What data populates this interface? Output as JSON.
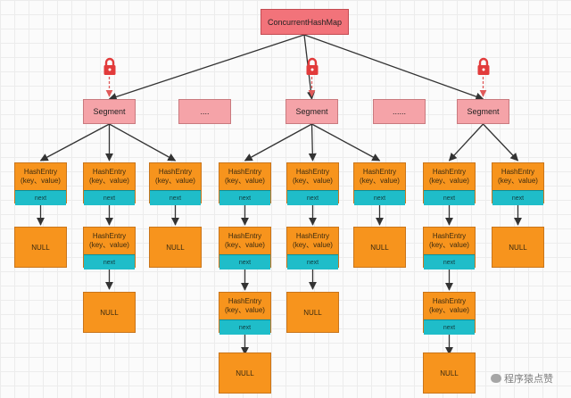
{
  "root": {
    "label": "ConcurrentHashMap"
  },
  "segments": [
    {
      "label": "Segment",
      "locked": true
    },
    {
      "label": "....",
      "locked": false
    },
    {
      "label": "Segment",
      "locked": true
    },
    {
      "label": "......",
      "locked": false
    },
    {
      "label": "Segment",
      "locked": true
    }
  ],
  "entry": {
    "title": "HashEntry",
    "kv": "(key、value)",
    "next": "next"
  },
  "null_label": "NULL",
  "columns": [
    {
      "segment": 0,
      "entries": 1
    },
    {
      "segment": 0,
      "entries": 2
    },
    {
      "segment": 0,
      "entries": 1
    },
    {
      "segment": 2,
      "entries": 3
    },
    {
      "segment": 2,
      "entries": 2
    },
    {
      "segment": 2,
      "entries": 1
    },
    {
      "segment": 4,
      "entries": 3
    },
    {
      "segment": 4,
      "entries": 1
    }
  ],
  "watermark": "程序猿点赞",
  "colors": {
    "root": "#f2737a",
    "segment": "#f5a3a8",
    "entry": "#f7941d",
    "next": "#1fbdc9",
    "lock": "#e23b3b"
  }
}
